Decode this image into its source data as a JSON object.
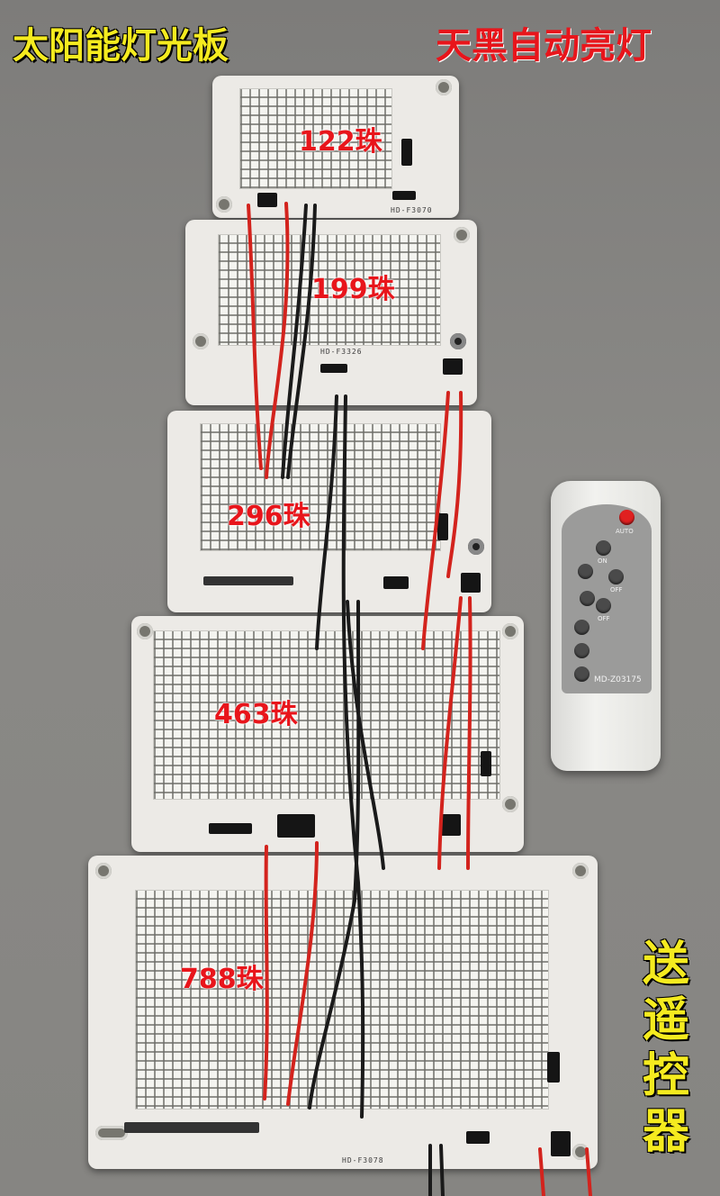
{
  "banner": {
    "left": "太阳能灯光板",
    "right": "天黑自动亮灯"
  },
  "panels": [
    {
      "count": "122珠",
      "model": "HD-F3070"
    },
    {
      "count": "199珠",
      "model": "HD-F3326"
    },
    {
      "count": "296珠",
      "model": ""
    },
    {
      "count": "463珠",
      "model": ""
    },
    {
      "count": "788珠",
      "model": "HD-F3078"
    }
  ],
  "remote": {
    "auto": "AUTO",
    "model": "MD-Z03175",
    "on": "ON",
    "off": "OFF"
  },
  "bonus": [
    "送",
    "遥",
    "控",
    "器"
  ],
  "colors": {
    "banner_left": "#f5eb1f",
    "banner_right": "#e8151b",
    "count": "#e8151b",
    "wire_red": "#d3231d",
    "wire_black": "#1a1a1a"
  }
}
